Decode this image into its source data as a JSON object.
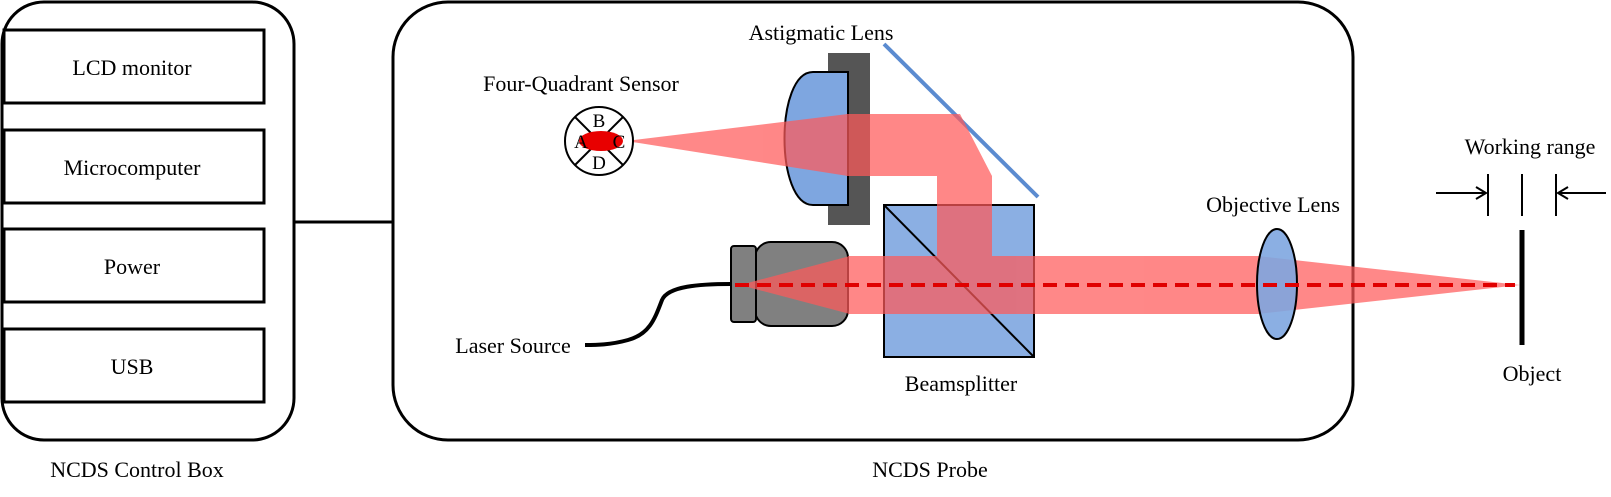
{
  "colors": {
    "beam": "#ff5a5a",
    "beam_dashed": "#e00000",
    "lens_fill": "#7ea6e0",
    "lens_dark": "#555555",
    "mirror": "#5b8bd0",
    "emitter": "#808080",
    "outline": "#000000"
  },
  "control_box": {
    "caption": "NCDS Control Box",
    "modules": [
      {
        "label": "LCD monitor"
      },
      {
        "label": "Microcomputer"
      },
      {
        "label": "Power"
      },
      {
        "label": "USB"
      }
    ]
  },
  "probe": {
    "caption": "NCDS Probe",
    "sensor_label": "Four-Quadrant Sensor",
    "quadrants": {
      "a": "A",
      "b": "B",
      "c": "C",
      "d": "D"
    },
    "astigmatic_lens_label": "Astigmatic Lens",
    "beamsplitter_label": "Beamsplitter",
    "laser_source_label": "Laser Source",
    "objective_lens_label": "Objective Lens"
  },
  "object_label": "Object",
  "working_range_label": "Working range"
}
